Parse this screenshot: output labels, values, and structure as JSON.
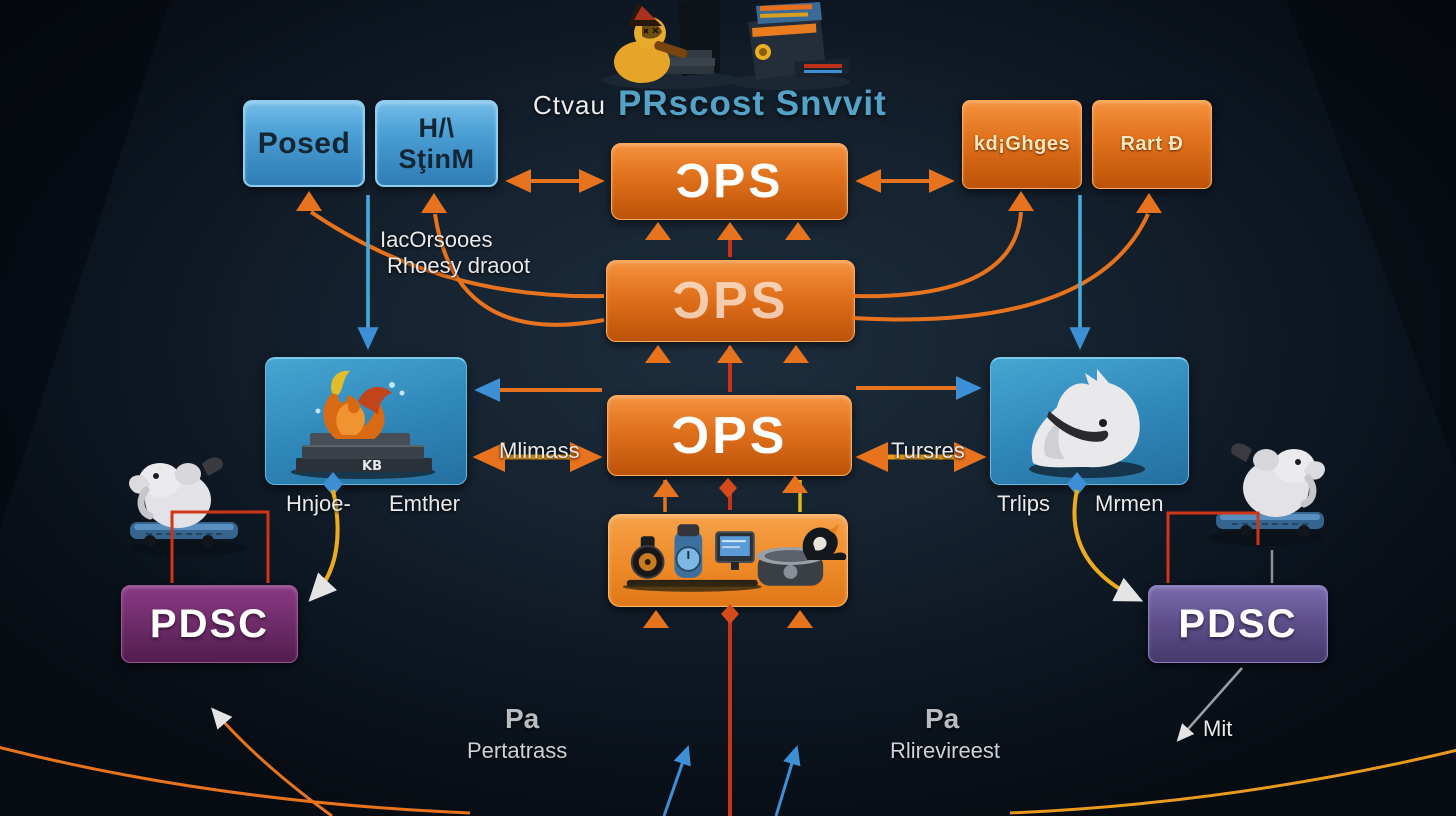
{
  "title": {
    "prefix": "Ctvau",
    "main": "PRscost Snvvit"
  },
  "boxes": {
    "posed": "Posed",
    "sqnm": "H/\\ SţinM",
    "kdghges": "kd¡Ghges",
    "rartd": "Rart Ð",
    "ops1": "ƆPS",
    "ops2": "ƆPS",
    "ops3": "ƆPS",
    "pdsc_left": "PDSC",
    "pdsc_right": "PDSC",
    "book_spine": "KB"
  },
  "labels": {
    "iacorsooes": "IacOrsooes",
    "rhoesy": "Rhoesy draoot",
    "mlimass": "Mlimass",
    "tursres": "Tursres",
    "hnjoe": "Hnjoe-",
    "emther": "Emther",
    "trlips": "Trlips",
    "mrmen": "Mrmen",
    "pa_left": "Pa",
    "pertatrass": "Pertatrass",
    "pa_right": "Pa",
    "rlirevireest": "Rlirevireest",
    "mit": "Mit"
  },
  "icons": {
    "top_left": "duck-mascot-icon",
    "top_right": "printer-icon",
    "left_panel": "phoenix-on-books-icon",
    "right_panel": "swan-icon",
    "center_box": "gadgets-icon",
    "bottom_left": "elephant-on-keyboard-icon",
    "bottom_right": "elephant-on-keyboard-icon"
  },
  "colors": {
    "orange": "#e8731e",
    "blue_box": "#4a9fd4",
    "panel_blue": "#2f86b8",
    "purple_left": "#6b2a66",
    "purple_right": "#5a4b86",
    "red_line": "#c03018",
    "yellow_line": "#e8a51e",
    "title_blue": "#54a2c6",
    "background": "#0d1720"
  }
}
